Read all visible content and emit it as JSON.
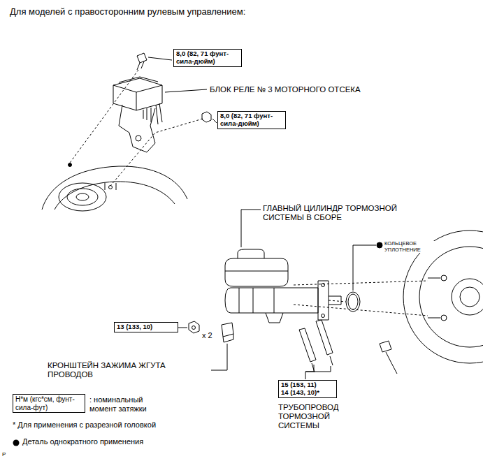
{
  "diagram": {
    "title": "Для моделей с правосторонним рулевым управлением:",
    "nodes": [
      {
        "text": [
          "8,0 (82, 71 фунт-сила-дюйм)"
        ]
      },
      {
        "text": [
          "8,0 (82, 71 фунт-сила-дюйм)"
        ]
      },
      {
        "text": [
          "13 (133, 10)"
        ]
      },
      {
        "text": [
          "15 (153, 11)",
          "14 (143, 10)*"
        ]
      },
      {
        "text": [
          "Н*м (кгс*см, фунт-сила-фут)"
        ]
      }
    ],
    "labels": [
      "БЛОК РЕЛЕ № 3 МОТОРНОГО ОТСЕКА",
      "ГЛАВНЫЙ ЦИЛИНДР ТОРМОЗНОЙ СИСТЕМЫ В СБОРЕ",
      "КОЛЬЦЕВОЕ УПЛОТНЕНИЕ",
      "x 2",
      "КРОНШТЕЙН ЗАЖИМА ЖГУТА ПРОВОДОВ",
      "ТРУБОПРОВОД ТОРМОЗНОЙ СИСТЕМЫ",
      ": номинальный момент затяжки",
      "* Для применения с разрезной головкой",
      "P"
    ],
    "legend": [
      {
        "text": "Деталь однократного применения"
      }
    ]
  }
}
